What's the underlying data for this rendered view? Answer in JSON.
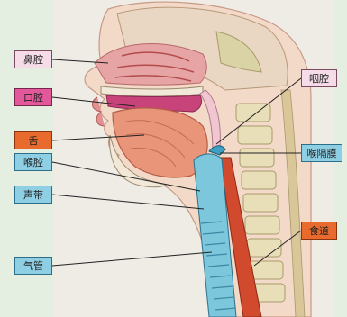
{
  "labels": [
    {
      "id": "nasal-cavity",
      "text": "鼻腔",
      "fill": "#f5dce8",
      "border": "#7a4a63"
    },
    {
      "id": "oral-cavity",
      "text": "口腔",
      "fill": "#e2589a",
      "border": "#7a2450"
    },
    {
      "id": "tongue",
      "text": "舌",
      "fill": "#e86a2c",
      "border": "#8a3510"
    },
    {
      "id": "larynx",
      "text": "喉腔",
      "fill": "#8ecfe4",
      "border": "#2d6f8a"
    },
    {
      "id": "vocal-cord",
      "text": "声带",
      "fill": "#8ecfe4",
      "border": "#2d6f8a"
    },
    {
      "id": "trachea",
      "text": "气管",
      "fill": "#8ecfe4",
      "border": "#2d6f8a"
    },
    {
      "id": "pharynx",
      "text": "咽腔",
      "fill": "#f5dce8",
      "border": "#7a4a63"
    },
    {
      "id": "epiglottis",
      "text": "喉隔膜",
      "fill": "#8ecfe4",
      "border": "#2d6f8a"
    },
    {
      "id": "esophagus",
      "text": "食道",
      "fill": "#e86a2c",
      "border": "#8a3510"
    }
  ]
}
